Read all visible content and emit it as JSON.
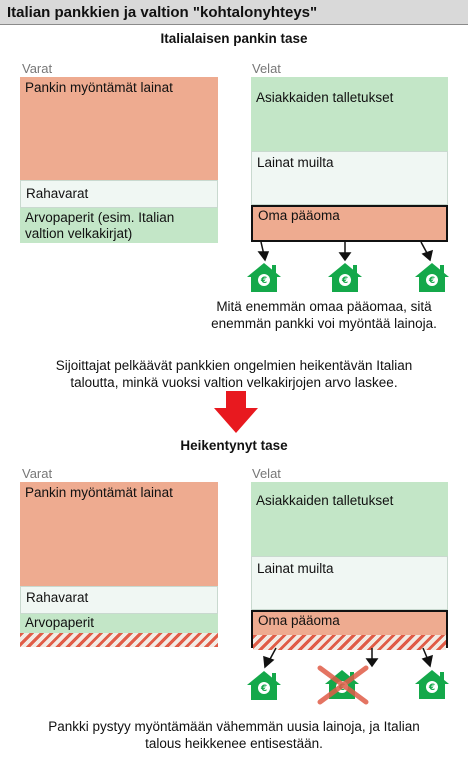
{
  "header": {
    "title": "Italian pankkien ja valtion \"kohtalonyhteys\""
  },
  "top": {
    "title": "Italialaisen pankin tase",
    "assets_label": "Varat",
    "liabilities_label": "Velat",
    "assets": [
      "Pankin myöntämät lainat",
      "Rahavarat",
      "Arvopaperit  (esim. Italian valtion velkakirjat)"
    ],
    "liabilities": [
      "Asiakkaiden talletukset",
      "Lainat muilta",
      "Oma pääoma"
    ],
    "note_line1": "Mitä enemmän omaa pääomaa, sitä",
    "note_line2": "enemmän pankki voi myöntää lainoja."
  },
  "middle": {
    "line1": "Sijoittajat pelkäävät pankkien ongelmien heikentävän Italian",
    "line2": "taloutta, minkä vuoksi valtion velkakirjojen arvo laskee."
  },
  "bottom": {
    "title": "Heikentynyt tase",
    "assets_label": "Varat",
    "liabilities_label": "Velat",
    "assets": [
      "Pankin myöntämät lainat",
      "Rahavarat",
      "Arvopaperit"
    ],
    "liabilities": [
      "Asiakkaiden talletukset",
      "Lainat muilta",
      "Oma pääoma"
    ],
    "note_line1": "Pankki pystyy myöntämään vähemmän uusia lainoja, ja Italian",
    "note_line2": "talous heikkenee entisestään."
  },
  "icon_glyph": "€",
  "colors": {
    "loans": "#eeab90",
    "deposits": "#c3e6c7",
    "hatch": "#e05c47",
    "arrow": "#e8191f",
    "house": "#14a84a"
  }
}
